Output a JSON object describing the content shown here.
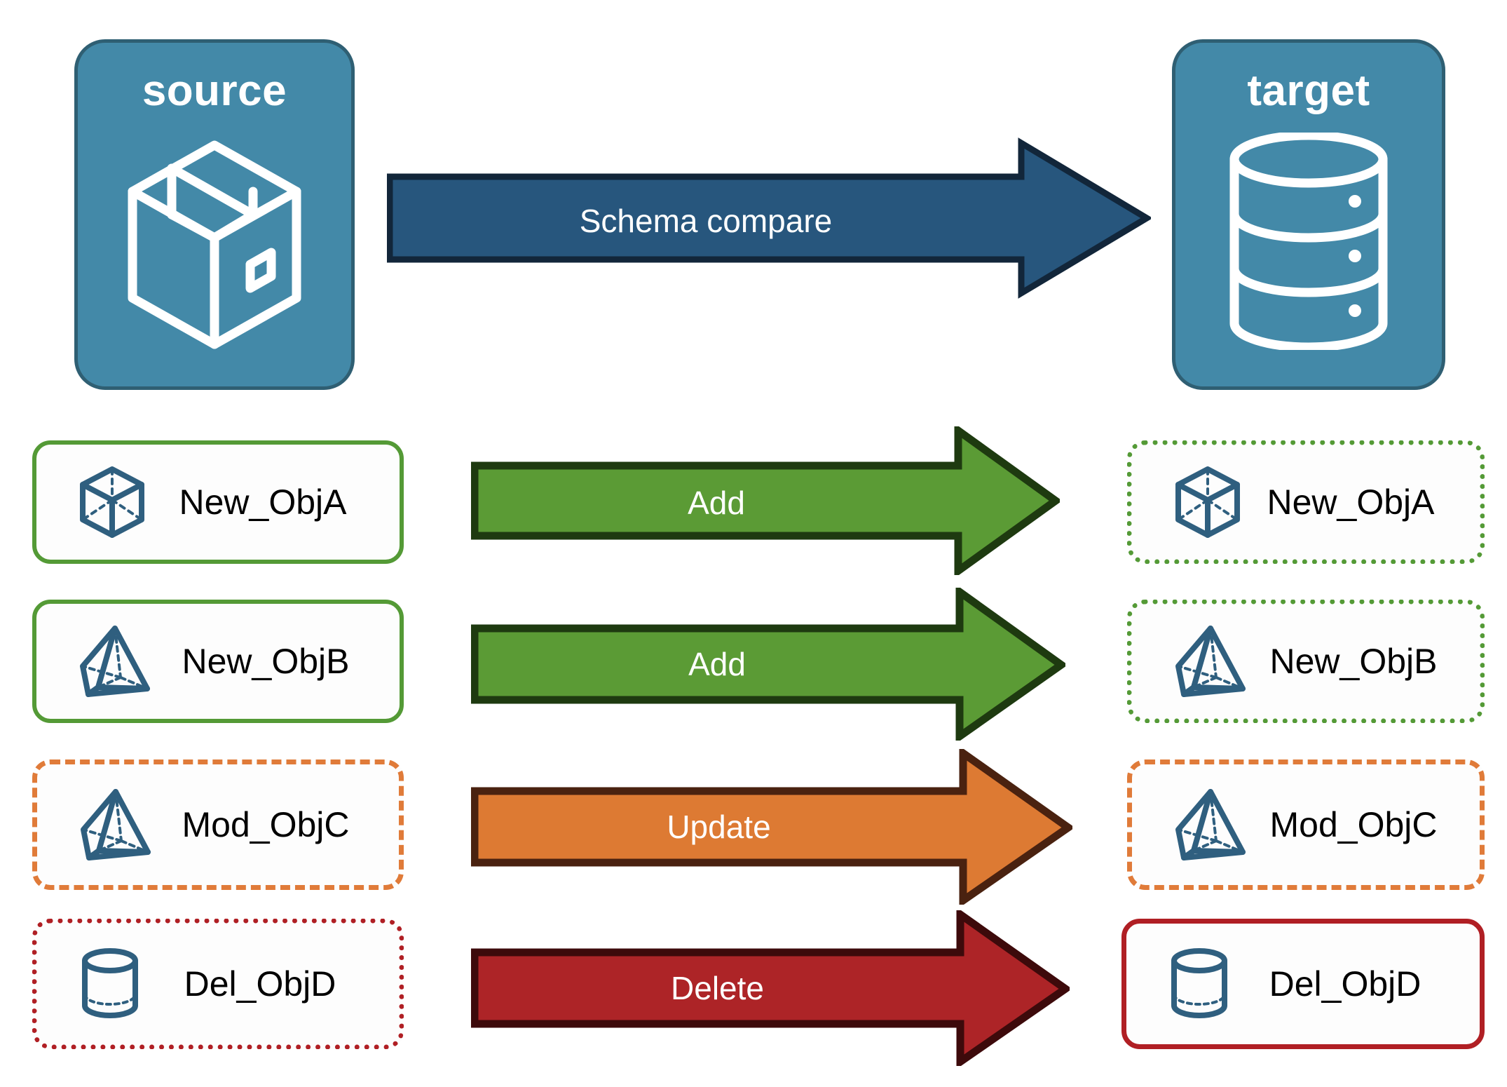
{
  "diagram": {
    "title_source": "source",
    "title_target": "target",
    "compare_arrow": {
      "label": "Schema compare",
      "fill": "#27567d",
      "stroke": "#12263a"
    },
    "endpoints": {
      "source": {
        "label": "source",
        "icon": "package-box-icon",
        "fill": "#4389a8",
        "stroke": "#2f5f73"
      },
      "target": {
        "label": "target",
        "icon": "database-cylinder-icon",
        "fill": "#4389a8",
        "stroke": "#2f5f73"
      }
    },
    "colors": {
      "green": "#549a36",
      "green_arrow_fill": "#5b9b35",
      "green_arrow_stroke": "#1e3a10",
      "orange": "#e07b39",
      "orange_arrow_fill": "#dd7a33",
      "orange_arrow_stroke": "#4a2210",
      "red": "#b01f24",
      "red_arrow_fill": "#ad2427",
      "red_arrow_stroke": "#3d0a0b",
      "icon_blue": "#2f5f7f",
      "panel_blue": "#4389a8"
    },
    "rows": [
      {
        "source": {
          "label": "New_ObjA",
          "icon": "wireframe-cube-icon",
          "border_style": "solid",
          "border_color": "#549a36"
        },
        "arrow": {
          "label": "Add",
          "fill": "#5b9b35",
          "stroke": "#1e3a10"
        },
        "target": {
          "label": "New_ObjA",
          "icon": "wireframe-cube-icon",
          "border_style": "dotted",
          "border_color": "#549a36"
        }
      },
      {
        "source": {
          "label": "New_ObjB",
          "icon": "wireframe-pyramid-icon",
          "border_style": "solid",
          "border_color": "#549a36"
        },
        "arrow": {
          "label": "Add",
          "fill": "#5b9b35",
          "stroke": "#1e3a10"
        },
        "target": {
          "label": "New_ObjB",
          "icon": "wireframe-pyramid-icon",
          "border_style": "dotted",
          "border_color": "#549a36"
        }
      },
      {
        "source": {
          "label": "Mod_ObjC",
          "icon": "wireframe-pyramid-icon",
          "border_style": "dashed",
          "border_color": "#e07b39"
        },
        "arrow": {
          "label": "Update",
          "fill": "#dd7a33",
          "stroke": "#4a2210"
        },
        "target": {
          "label": "Mod_ObjC",
          "icon": "wireframe-pyramid-icon",
          "border_style": "dashed",
          "border_color": "#e07b39"
        }
      },
      {
        "source": {
          "label": "Del_ObjD",
          "icon": "wireframe-cylinder-icon",
          "border_style": "dotted",
          "border_color": "#b01f24"
        },
        "arrow": {
          "label": "Delete",
          "fill": "#ad2427",
          "stroke": "#3d0a0b"
        },
        "target": {
          "label": "Del_ObjD",
          "icon": "wireframe-cylinder-icon",
          "border_style": "solid",
          "border_color": "#b01f24"
        }
      }
    ]
  }
}
